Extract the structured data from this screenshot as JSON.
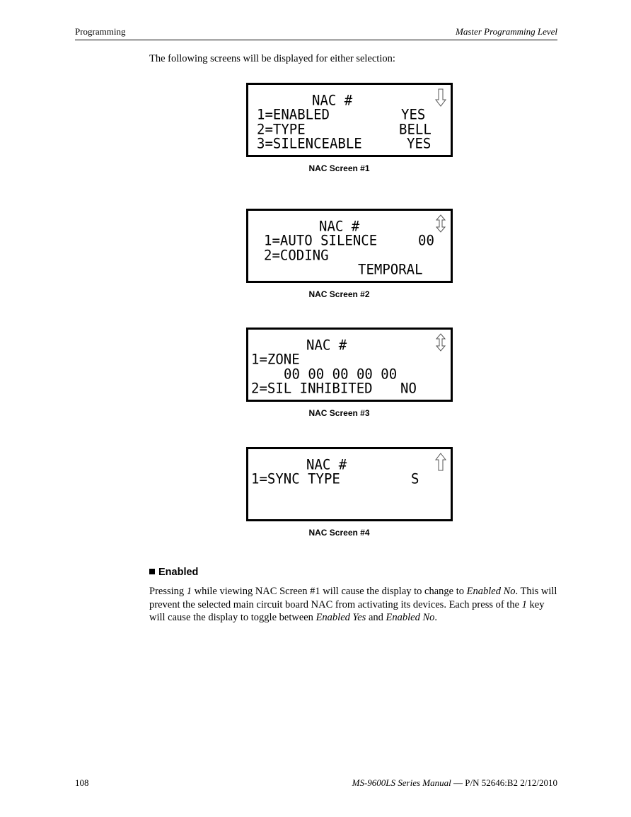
{
  "header": {
    "section": "Programming",
    "chapter": "Master Programming Level"
  },
  "intro": "The following screens will be displayed for either selection:",
  "screens": [
    {
      "caption": "NAC Screen  #1",
      "arrow": "down-arrow-icon",
      "title": "NAC #",
      "rows": [
        {
          "label": "1=ENABLED",
          "value": "YES"
        },
        {
          "label": "2=TYPE",
          "value": "BELL"
        },
        {
          "label": "3=SILENCEABLE",
          "value": "YES"
        }
      ]
    },
    {
      "caption": "NAC Screen #2",
      "arrow": "up-down-arrow-icon",
      "title": "NAC #",
      "rows": [
        {
          "label": "1=AUTO SILENCE",
          "value": "00"
        },
        {
          "label": "2=CODING",
          "value": ""
        },
        {
          "label": "",
          "value": "TEMPORAL"
        }
      ]
    },
    {
      "caption": "NAC Screen #3",
      "arrow": "up-down-arrow-icon",
      "title": "NAC #",
      "rows": [
        {
          "label": "1=ZONE",
          "value": ""
        },
        {
          "label": "00 00 00 00 00",
          "value": ""
        },
        {
          "label": "2=SIL INHIBITED",
          "value": "NO"
        }
      ]
    },
    {
      "caption": "NAC Screen #4",
      "arrow": "up-arrow-icon",
      "title": "NAC #",
      "rows": [
        {
          "label": "1=SYNC TYPE",
          "value": "S"
        }
      ]
    }
  ],
  "section": {
    "heading": "Enabled",
    "body": [
      {
        "text": "Pressing ",
        "italic": false
      },
      {
        "text": "1",
        "italic": true
      },
      {
        "text": " while viewing NAC Screen #1 will cause the display to change to ",
        "italic": false
      },
      {
        "text": "Enabled No",
        "italic": true
      },
      {
        "text": ".  This will prevent the selected main circuit board NAC from activating its devices.  Each press of the ",
        "italic": false
      },
      {
        "text": "1",
        "italic": true
      },
      {
        "text": " key will cause the display to toggle between ",
        "italic": false
      },
      {
        "text": "Enabled Yes",
        "italic": true
      },
      {
        "text": " and ",
        "italic": false
      },
      {
        "text": "Enabled No",
        "italic": true
      },
      {
        "text": ".",
        "italic": false
      }
    ]
  },
  "footer": {
    "page": "108",
    "manual": "MS-9600LS Series Manual",
    "part": " — P/N 52646:B2  2/12/2010"
  }
}
